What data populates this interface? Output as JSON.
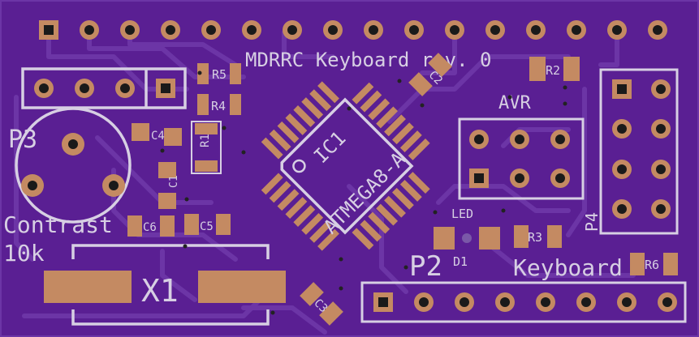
{
  "board": {
    "title": "MDRRC Keyboard rev. 0",
    "labels": {
      "p3": "P3",
      "contrast": "Contrast",
      "pot_value": "10k",
      "x1": "X1",
      "ic1": "IC1",
      "ic_part": "ATMEGA8-A",
      "avr": "AVR",
      "led": "LED",
      "d1": "D1",
      "p2": "P2",
      "keyboard": "Keyboard",
      "p4": "P4"
    },
    "parts": {
      "r1": "R1",
      "r2": "R2",
      "r3": "R3",
      "r4": "R4",
      "r5": "R5",
      "r6": "R6",
      "c1": "C1",
      "c2": "C2",
      "c3": "C3",
      "c4": "C4",
      "c5": "C5",
      "c6": "C6"
    },
    "colors": {
      "soldermask": "#5a1f93",
      "silkscreen": "#d7cfe3",
      "copper_pad": "#c48a62",
      "trace": "#6c35a6",
      "drill": "#1a1a1a"
    }
  }
}
